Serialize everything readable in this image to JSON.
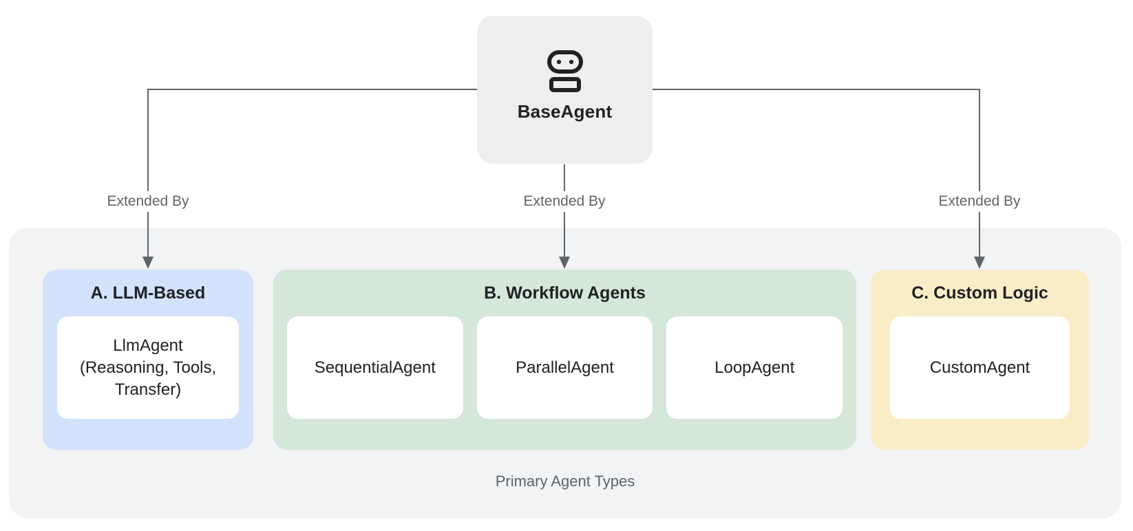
{
  "root": {
    "label": "BaseAgent",
    "icon": "robot-icon"
  },
  "edge_label": "Extended By",
  "caption": "Primary Agent Types",
  "categories": [
    {
      "title": "A. LLM-Based",
      "color": "#d3e1fb",
      "cards": [
        "LlmAgent\n(Reasoning, Tools,\nTransfer)"
      ]
    },
    {
      "title": "B. Workflow Agents",
      "color": "#d4e7d9",
      "cards": [
        "SequentialAgent",
        "ParallelAgent",
        "LoopAgent"
      ]
    },
    {
      "title": "C. Custom Logic",
      "color": "#f9edc8",
      "cards": [
        "CustomAgent"
      ]
    }
  ],
  "colors": {
    "root_box": "#eeeeee",
    "group_container": "#f1f3f4",
    "connector": "#5f6368",
    "text_dark": "#202124",
    "text_gray": "#5f6368",
    "card_bg": "#ffffff"
  }
}
